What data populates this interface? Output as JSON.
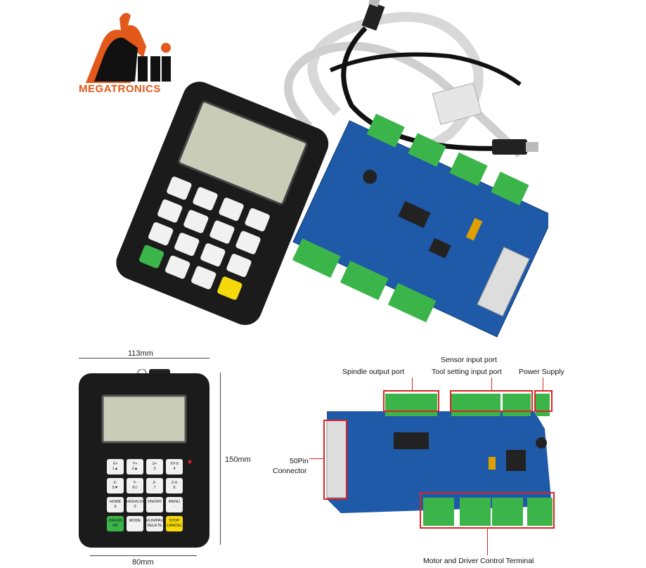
{
  "logo": {
    "text": "MEGATRONICS",
    "mark": "Mi",
    "colors": {
      "brand": "#e2591b",
      "mark": "#111111"
    }
  },
  "dimensions": {
    "width_top": "113mm",
    "height_side": "150mm",
    "width_bottom": "80mm"
  },
  "pendant_keys": [
    [
      "X+\n1▲",
      "Y+\n2▲",
      "Z+\n3",
      "XY-0\n4"
    ],
    [
      "X-\n5▼",
      "Y-\n6▽",
      "Z-\n7",
      "Z-0\n8"
    ],
    [
      "HOME\n9",
      "HIGH/LOW\n0",
      "ON/OFF\n.",
      "MENU\n-"
    ],
    [
      "ORIGIN\nOK",
      "MODE",
      "RUN/PAUSE\nDELETE",
      "STOP\nCANCEL"
    ]
  ],
  "board_labels": {
    "spindle": "Spindle output port",
    "sensor": "Sensor input port",
    "tool": "Tool setting input port",
    "power": "Power Supply",
    "connector_line1": "50Pin",
    "connector_line2": "Connector",
    "motor": "Motor and Driver Control Terminal"
  },
  "colors": {
    "pcb": "#1f5aa8",
    "terminal": "#3bb54a",
    "callout": "#dd2222",
    "pendant": "#1b1b1b",
    "lcd": "#c9cdb8"
  }
}
